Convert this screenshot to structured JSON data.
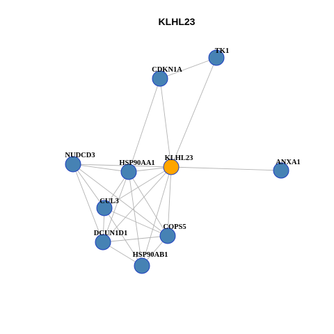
{
  "title": "KLHL23",
  "colors": {
    "focus_node": "#FFA500",
    "other_node": "#4682B4",
    "node_border": "#1F3FBF",
    "edge": "#B3B3B3"
  },
  "nodes": [
    {
      "id": "TK1",
      "label": "TK1",
      "focus": false
    },
    {
      "id": "CDKN1A",
      "label": "CDKN1A",
      "focus": false
    },
    {
      "id": "NUDCD3",
      "label": "NUDCD3",
      "focus": false
    },
    {
      "id": "HSP90AA1",
      "label": "HSP90AA1",
      "focus": false
    },
    {
      "id": "KLHL23",
      "label": "KLHL23",
      "focus": true
    },
    {
      "id": "ANXA1",
      "label": "ANXA1",
      "focus": false
    },
    {
      "id": "CUL3",
      "label": "CUL3",
      "focus": false
    },
    {
      "id": "COPS5",
      "label": "COPS5",
      "focus": false
    },
    {
      "id": "DCUN1D1",
      "label": "DCUN1D1",
      "focus": false
    },
    {
      "id": "HSP90AB1",
      "label": "HSP90AB1",
      "focus": false
    }
  ],
  "edges": [
    [
      "TK1",
      "CDKN1A"
    ],
    [
      "TK1",
      "KLHL23"
    ],
    [
      "CDKN1A",
      "HSP90AA1"
    ],
    [
      "CDKN1A",
      "KLHL23"
    ],
    [
      "NUDCD3",
      "HSP90AA1"
    ],
    [
      "NUDCD3",
      "KLHL23"
    ],
    [
      "NUDCD3",
      "CUL3"
    ],
    [
      "NUDCD3",
      "DCUN1D1"
    ],
    [
      "NUDCD3",
      "COPS5"
    ],
    [
      "HSP90AA1",
      "KLHL23"
    ],
    [
      "HSP90AA1",
      "CUL3"
    ],
    [
      "HSP90AA1",
      "DCUN1D1"
    ],
    [
      "HSP90AA1",
      "COPS5"
    ],
    [
      "HSP90AA1",
      "HSP90AB1"
    ],
    [
      "KLHL23",
      "ANXA1"
    ],
    [
      "KLHL23",
      "CUL3"
    ],
    [
      "KLHL23",
      "DCUN1D1"
    ],
    [
      "KLHL23",
      "COPS5"
    ],
    [
      "KLHL23",
      "HSP90AB1"
    ],
    [
      "CUL3",
      "DCUN1D1"
    ],
    [
      "CUL3",
      "COPS5"
    ],
    [
      "CUL3",
      "HSP90AB1"
    ],
    [
      "DCUN1D1",
      "COPS5"
    ],
    [
      "DCUN1D1",
      "HSP90AB1"
    ],
    [
      "COPS5",
      "HSP90AB1"
    ]
  ]
}
